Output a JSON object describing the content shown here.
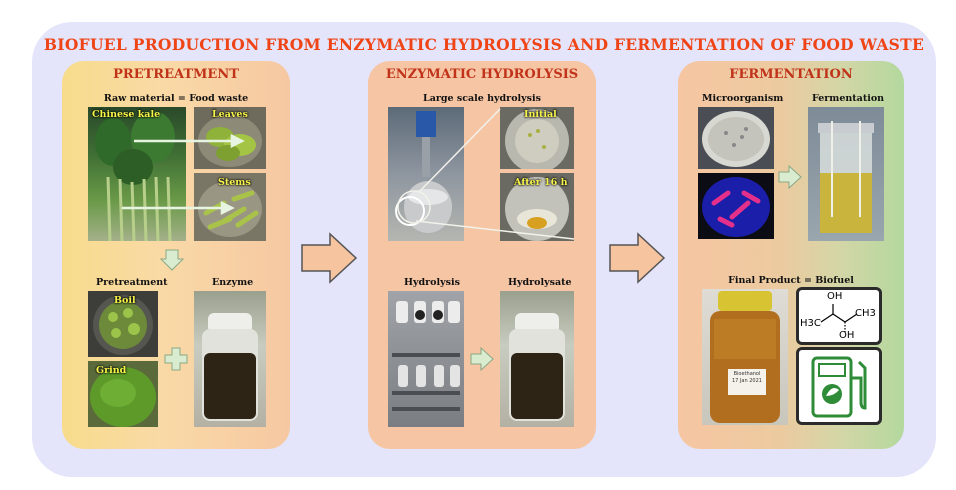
{
  "title": "BIOFUEL PRODUCTION FROM ENZYMATIC HYDROLYSIS AND FERMENTATION OF FOOD WASTE",
  "pretreatment": {
    "title": "PRETREATMENT",
    "raw_label": "Raw material = Food waste",
    "kale_label": "Chinese kale",
    "leaves_label": "Leaves",
    "stems_label": "Stems",
    "pretreatment_label": "Pretreatment",
    "enzyme_label": "Enzyme",
    "boil_label": "Boil",
    "grind_label": "Grind"
  },
  "hydrolysis": {
    "title": "ENZYMATIC HYDROLYSIS",
    "large_label": "Large scale hydrolysis",
    "initial_label": "Initial",
    "after_label": "After 16 h",
    "hydrolysis_label": "Hydrolysis",
    "hydrolysate_label": "Hydrolysate"
  },
  "fermentation": {
    "title": "FERMENTATION",
    "micro_label": "Microorganism",
    "ferm_label": "Fermentation",
    "final_label": "Final Product = Biofuel",
    "jar_label_line1": "Bioethanol",
    "jar_label_line2": "17 Jan 2021",
    "chem": {
      "oh_top": "OH",
      "left": "H3C",
      "right": "CH3",
      "oh_bottom": "OH"
    }
  },
  "colors": {
    "title_red": "#ef4416",
    "panel_title": "#c0331a",
    "photo_label_yellow": "#f7f44a"
  }
}
